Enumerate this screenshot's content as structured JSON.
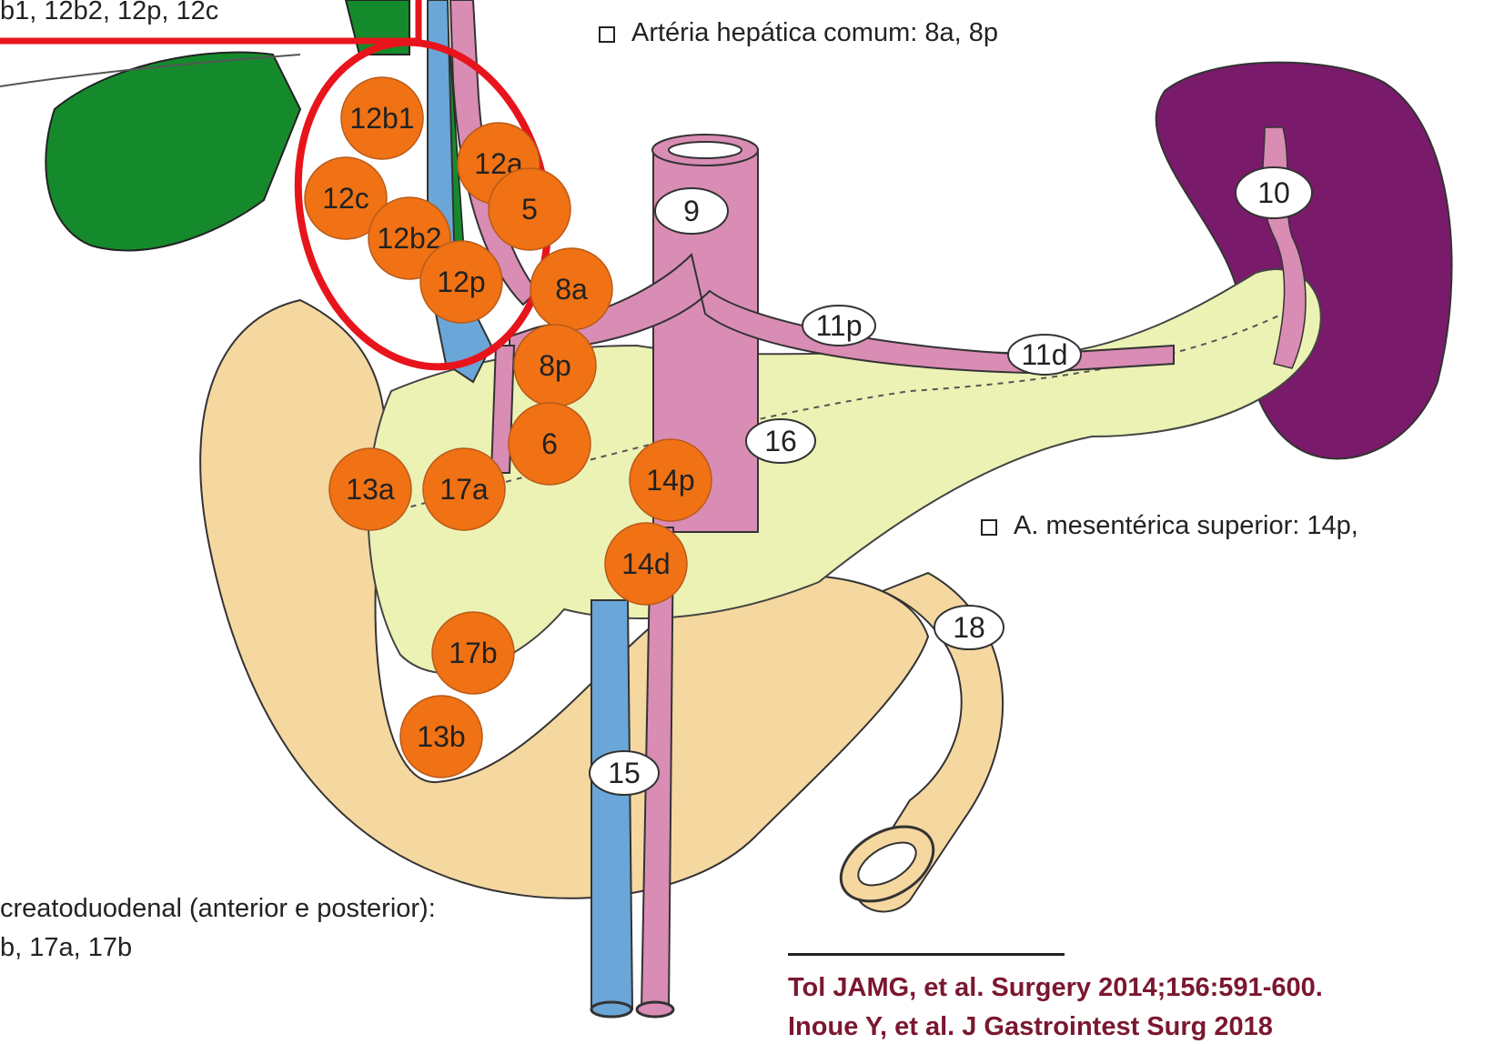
{
  "notes": {
    "top_left_box": "b1, 12b2, 12p, 12c",
    "hepatic": "Artéria hepática comum: 8a, 8p",
    "sma": "A. mesentérica superior: 14p,",
    "pancreatoduodenal_line1": "creatoduodenal (anterior e posterior):",
    "pancreatoduodenal_line2": "b, 17a, 17b"
  },
  "references": {
    "line1": "Tol JAMG, et al. Surgery 2014;156:591-600.",
    "line2": "Inoue Y, et al. J Gastrointest Surg 2018"
  },
  "orange_nodes": [
    {
      "id": "n12b1",
      "label": "12b1"
    },
    {
      "id": "n12a",
      "label": "12a"
    },
    {
      "id": "n12c",
      "label": "12c"
    },
    {
      "id": "n5",
      "label": "5"
    },
    {
      "id": "n12b2",
      "label": "12b2"
    },
    {
      "id": "n12p",
      "label": "12p"
    },
    {
      "id": "n8a",
      "label": "8a"
    },
    {
      "id": "n8p",
      "label": "8p"
    },
    {
      "id": "n6",
      "label": "6"
    },
    {
      "id": "n13a",
      "label": "13a"
    },
    {
      "id": "n17a",
      "label": "17a"
    },
    {
      "id": "n14p",
      "label": "14p"
    },
    {
      "id": "n14d",
      "label": "14d"
    },
    {
      "id": "n17b",
      "label": "17b"
    },
    {
      "id": "n13b",
      "label": "13b"
    }
  ],
  "white_labels": [
    {
      "id": "w9",
      "label": "9"
    },
    {
      "id": "w10",
      "label": "10"
    },
    {
      "id": "w11p",
      "label": "11p"
    },
    {
      "id": "w11d",
      "label": "11d"
    },
    {
      "id": "w16",
      "label": "16"
    },
    {
      "id": "w18",
      "label": "18"
    },
    {
      "id": "w15",
      "label": "15"
    }
  ],
  "colors": {
    "node": "#f07214",
    "highlight": "#e8141c",
    "pancreas": "#ecf2b4",
    "duodenum": "#f5d7a0",
    "artery": "#d98cb4",
    "vein": "#6aa6d8",
    "bile": "#158a2c",
    "spleen": "#7a1a6a"
  }
}
